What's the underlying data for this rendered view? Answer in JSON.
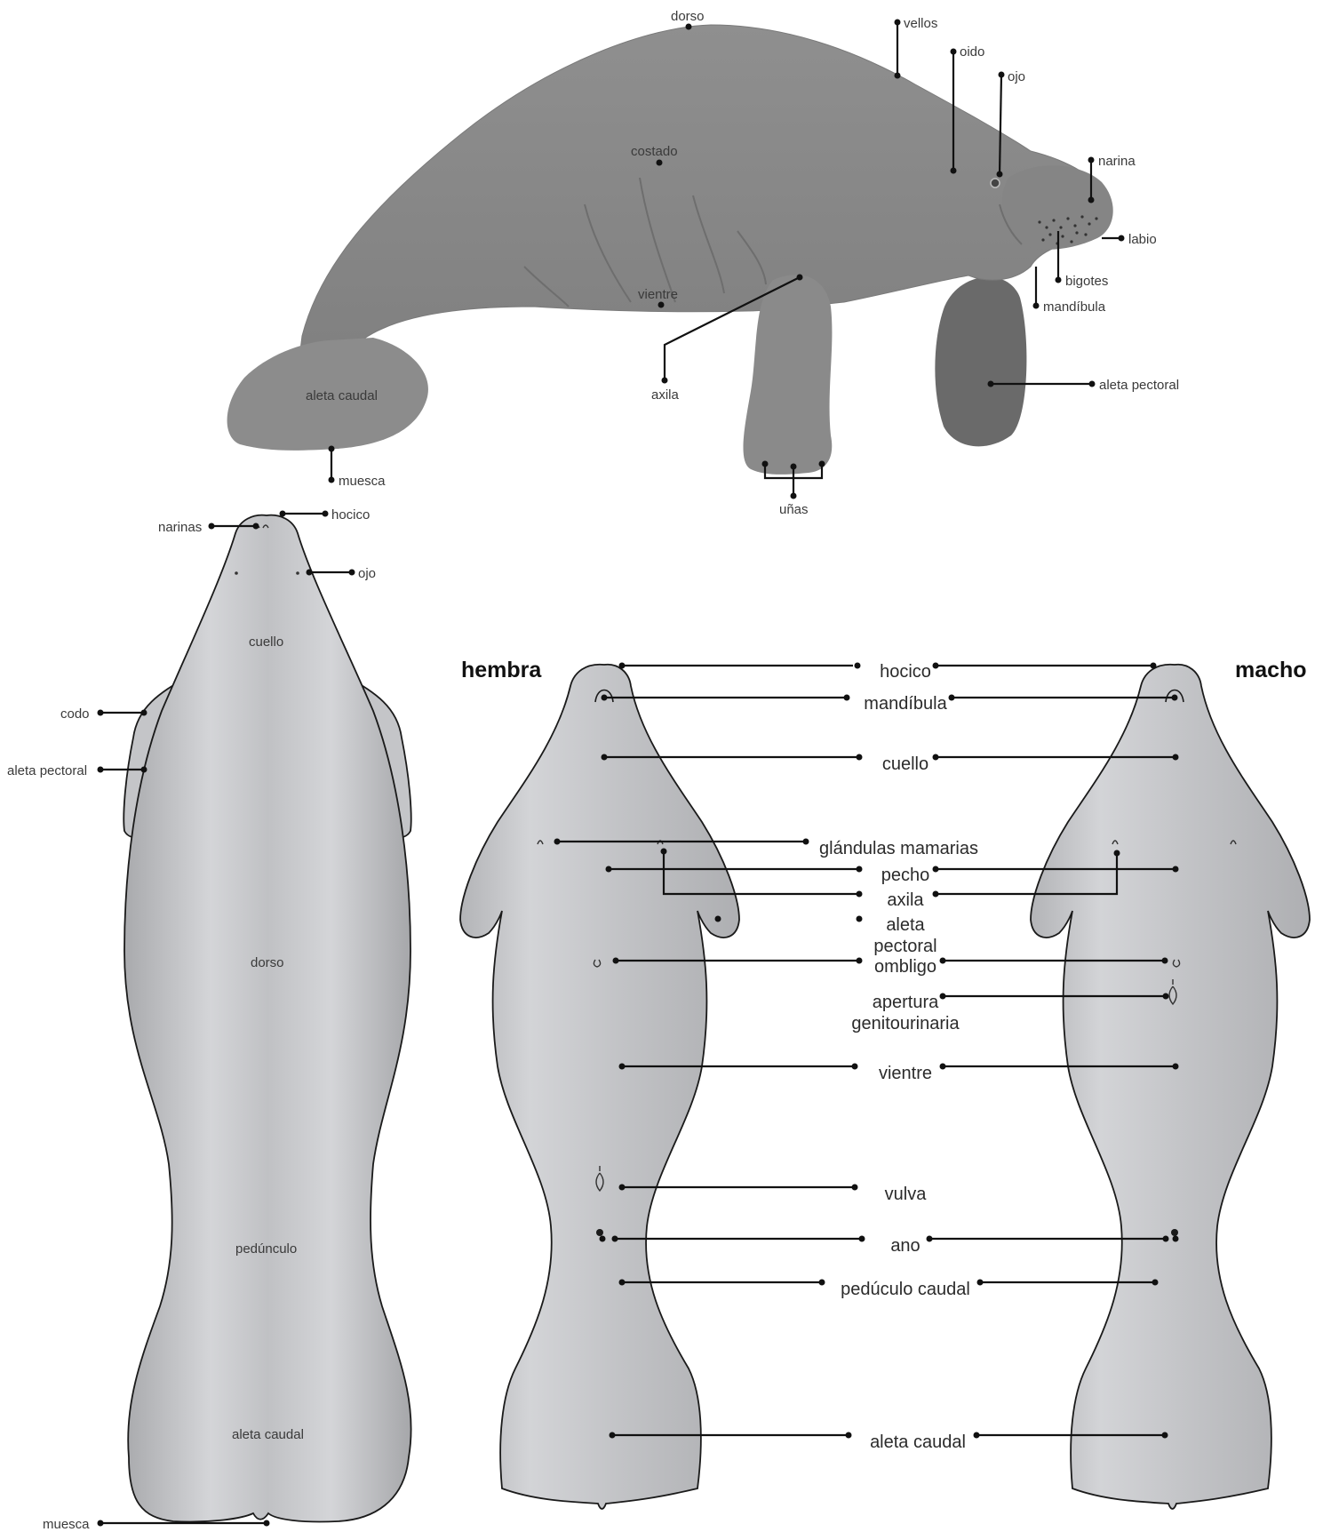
{
  "colors": {
    "side_body": "#8c8c8c",
    "side_body_shadow": "#6f6f6f",
    "side_fin": "#6a6a6a",
    "dorsal_body": "#b9babd",
    "dorsal_highlight": "#d2d3d6",
    "ventral_body": "#c1c2c5",
    "outline": "#1a1a1a",
    "leader": "#111111"
  },
  "side_view": {
    "labels": {
      "dorso": "dorso",
      "vellos": "vellos",
      "oido": "oido",
      "ojo": "ojo",
      "narina": "narina",
      "labio": "labio",
      "bigotes": "bigotes",
      "mandibula": "mandíbula",
      "costado": "costado",
      "vientre": "vientre",
      "axila": "axila",
      "aleta_pectoral": "aleta pectoral",
      "aleta_caudal": "aleta caudal",
      "muesca": "muesca",
      "unas": "uñas"
    }
  },
  "dorsal_view": {
    "labels": {
      "narinas": "narinas",
      "hocico": "hocico",
      "ojo": "ojo",
      "cuello": "cuello",
      "codo": "codo",
      "aleta_pectoral": "aleta pectoral",
      "dorso": "dorso",
      "peduncle": "pedúnculo",
      "aleta_caudal": "aleta caudal",
      "muesca": "muesca"
    }
  },
  "ventral_views": {
    "female_title": "hembra",
    "male_title": "macho",
    "labels": {
      "hocico": "hocico",
      "mandibula": "mandíbula",
      "cuello": "cuello",
      "glandulas": "glándulas mamarias",
      "pecho": "pecho",
      "axila": "axila",
      "aleta_pectoral_1": "aleta",
      "aleta_pectoral_2": "pectoral",
      "ombligo": "ombligo",
      "apertura_1": "apertura",
      "apertura_2": "genitourinaria",
      "vientre": "vientre",
      "vulva": "vulva",
      "ano": "ano",
      "peduculo": "pedúculo caudal",
      "aleta_caudal": "aleta caudal"
    }
  }
}
